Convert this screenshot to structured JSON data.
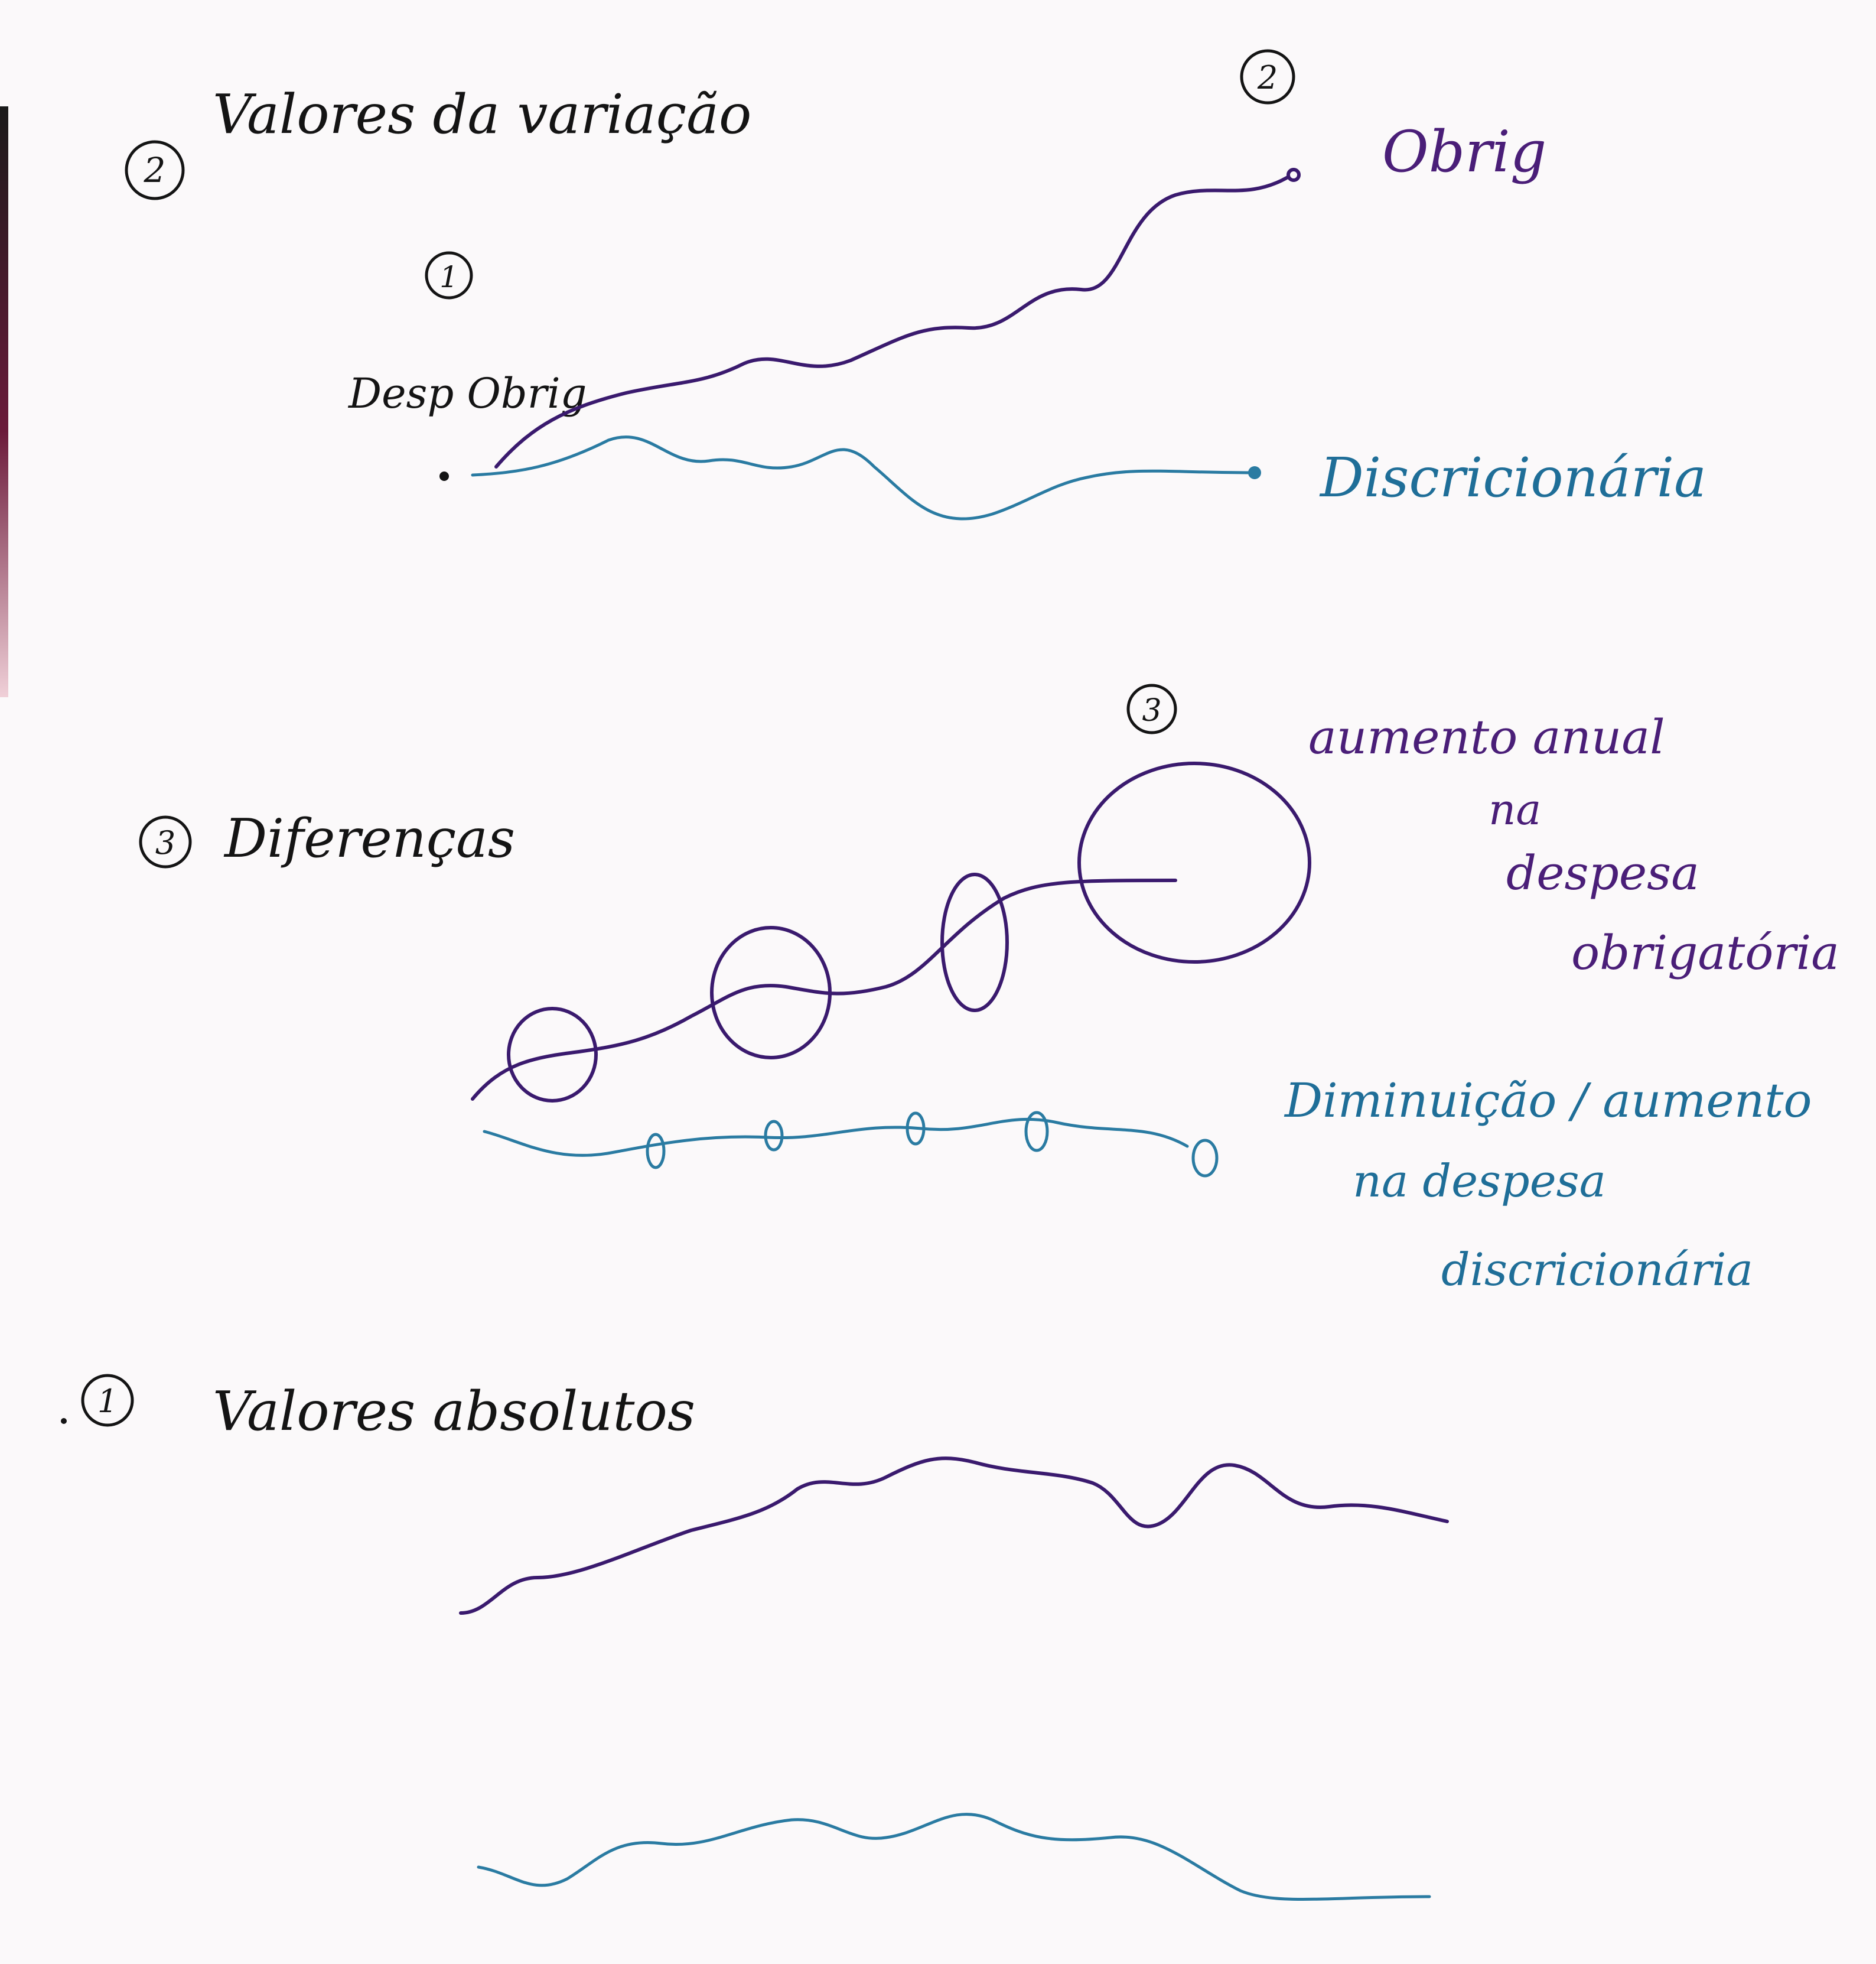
{
  "sections": {
    "variation": {
      "number": "2",
      "title": "Valores da variação"
    },
    "differences": {
      "number": "3",
      "title": "Diferenças"
    },
    "absolute": {
      "number": "1",
      "title": "Valores absolutos"
    }
  },
  "variation_labels": {
    "start_marker": "1",
    "start_label": "Desp Obrig",
    "end_marker": "2",
    "purple_label": "Obrig",
    "blue_label": "Discricionária"
  },
  "difference_labels": {
    "marker": "3",
    "purple_note": [
      "aumento anual",
      "na",
      "despesa",
      "obrigatória"
    ],
    "blue_note": [
      "Diminuição / aumento",
      "na despesa",
      "discricionária"
    ]
  },
  "colors": {
    "black_ink": "#141414",
    "purple_ink": "#3a1a6e",
    "blue_ink": "#2a7ba2",
    "paper": "#fbf9fa"
  }
}
